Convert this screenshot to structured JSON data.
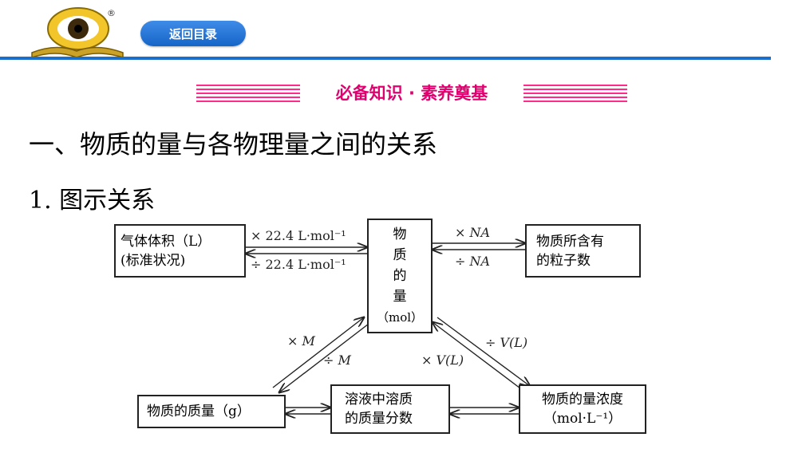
{
  "header": {
    "back_button": "返回目录"
  },
  "banner": {
    "title": "必备知识 · 素养奠基"
  },
  "heading": "一、物质的量与各物理量之间的关系",
  "subheading": "1. 图示关系",
  "diagram": {
    "nodes": {
      "gas_volume": [
        "气体体积（L）",
        "(标准状况)"
      ],
      "amount": [
        "物",
        "质",
        "的",
        "量",
        "（mol）"
      ],
      "particles": [
        "物质所含有",
        "的粒子数"
      ],
      "mass": [
        "物质的质量（g）"
      ],
      "mass_fraction": [
        "溶液中溶质",
        "的质量分数"
      ],
      "concentration": [
        "物质的量浓度",
        "（mol·L⁻¹）"
      ]
    },
    "labels": {
      "mul_vm": "× 22.4 L·mol⁻¹",
      "div_vm": "÷ 22.4 L·mol⁻¹",
      "mul_na": "× NA",
      "div_na": "÷ NA",
      "mul_m": "× M",
      "div_m": "÷ M",
      "mul_v": "× V(L)",
      "div_v": "÷ V(L)"
    }
  },
  "colors": {
    "accent_blue": "#1a6fcc",
    "banner_pink": "#e0006e"
  }
}
